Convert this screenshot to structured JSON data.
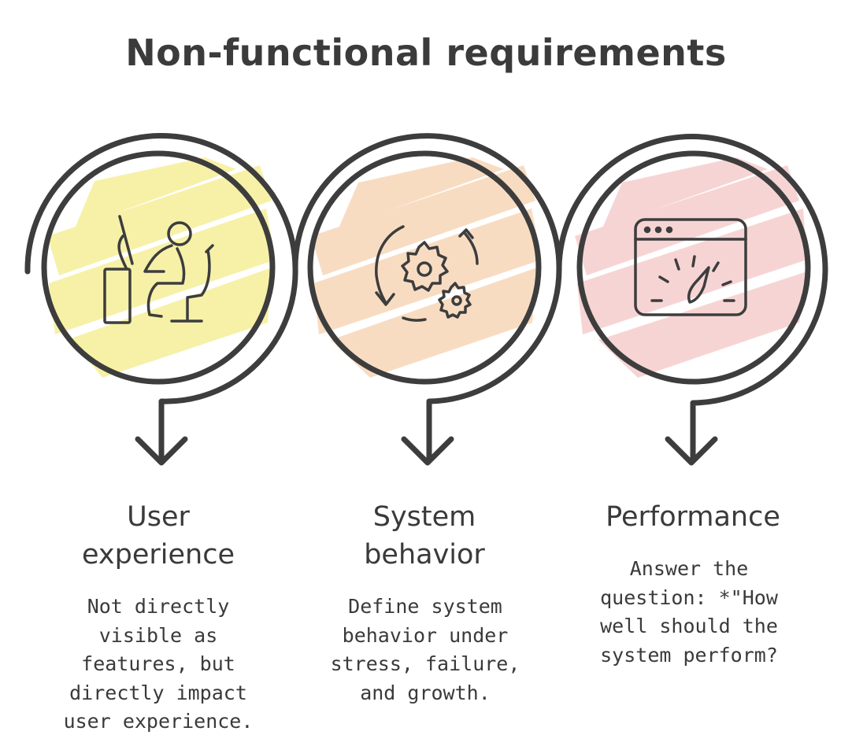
{
  "title": "Non-functional requirements",
  "items": [
    {
      "heading": "User experience",
      "description": "Not directly visible as features, but directly impact user experience.",
      "icon": "user-at-desk-icon",
      "color": "#f7f1a8"
    },
    {
      "heading": "System behavior",
      "description": "Define system behavior under stress, failure, and growth.",
      "icon": "gears-cycle-icon",
      "color": "#f8dcc2"
    },
    {
      "heading": "Performance",
      "description": "Answer the question: *\"How well should the system perform?",
      "icon": "speedometer-window-icon",
      "color": "#f7d4d4"
    }
  ]
}
